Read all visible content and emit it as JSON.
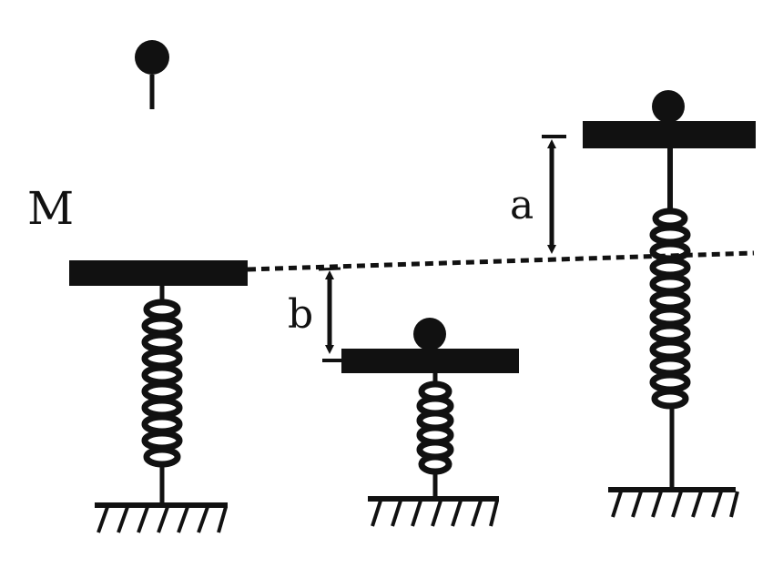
{
  "labels": {
    "mass": "M",
    "upper_gap": "a",
    "lower_gap": "b"
  },
  "colors": {
    "ink": "#111111",
    "background": "#ffffff"
  }
}
